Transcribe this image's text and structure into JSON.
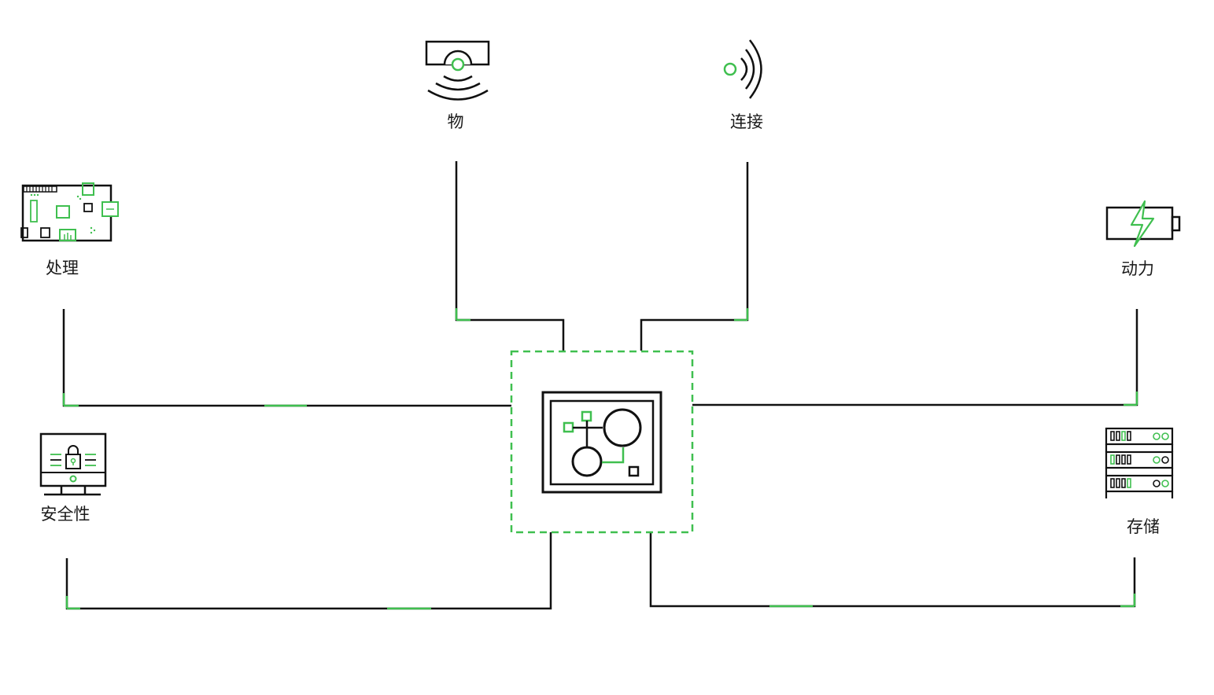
{
  "nodes": {
    "physical": {
      "label": "物",
      "icon": "sensor-icon"
    },
    "connectivity": {
      "label": "连接",
      "icon": "wireless-signal-icon"
    },
    "processing": {
      "label": "处理",
      "icon": "circuit-board-icon"
    },
    "power": {
      "label": "动力",
      "icon": "battery-icon"
    },
    "security": {
      "label": "安全性",
      "icon": "secure-monitor-icon"
    },
    "storage": {
      "label": "存储",
      "icon": "server-rack-icon"
    },
    "hub": {
      "icon": "process-hub-icon"
    }
  },
  "colors": {
    "line": "#111111",
    "accent": "#3fbf4f"
  }
}
